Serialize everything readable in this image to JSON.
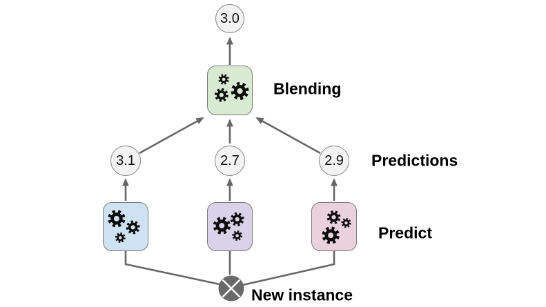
{
  "diagram": {
    "type": "blending-ensemble-flow",
    "final_prediction": "3.0",
    "blender_label": "Blending",
    "predictions_label": "Predictions",
    "predictions": [
      "3.1",
      "2.7",
      "2.9"
    ],
    "predict_label": "Predict",
    "new_instance_label": "New instance",
    "icons": {
      "blender": "gears-icon",
      "predictor": "gears-icon",
      "new_instance": "crossed-circle-icon"
    },
    "colors": {
      "blender_fill": "#d9ead3",
      "predictor_fills": [
        "#cfe2f3",
        "#d9d2e9",
        "#ead1dc"
      ],
      "node_fill": "#f3f3f3",
      "connector": "#666666",
      "new_instance_fill": "#696969",
      "gear": "#0d0d0d"
    }
  }
}
